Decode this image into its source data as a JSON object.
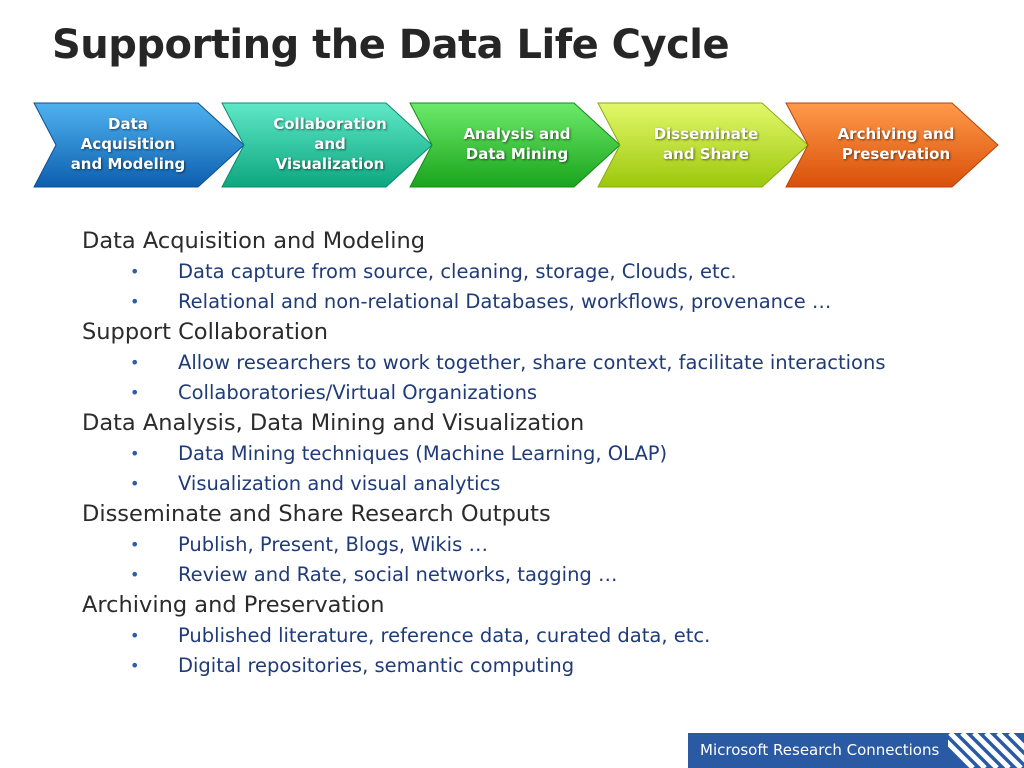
{
  "slide": {
    "title": "Supporting the Data Life Cycle"
  },
  "process": [
    {
      "label": "Data\nAcquisition\nand Modeling",
      "color": "#1a7fc9"
    },
    {
      "label": "Collaboration\nand\nVisualization",
      "color": "#1ec6a0"
    },
    {
      "label": "Analysis and\nData Mining",
      "color": "#2fc733"
    },
    {
      "label": "Disseminate\nand Share",
      "color": "#b5df1f"
    },
    {
      "label": "Archiving and\nPreservation",
      "color": "#f06a12"
    }
  ],
  "sections": [
    {
      "heading": "Data Acquisition and Modeling",
      "bullets": [
        "Data capture from source, cleaning, storage, Clouds, etc.",
        "Relational and non-relational Databases, workflows, provenance …"
      ]
    },
    {
      "heading": "Support Collaboration",
      "bullets": [
        "Allow researchers to work together, share context, facilitate interactions",
        "Collaboratories/Virtual Organizations"
      ]
    },
    {
      "heading": "Data Analysis, Data Mining and Visualization",
      "bullets": [
        "Data Mining techniques (Machine Learning, OLAP)",
        "Visualization and visual analytics"
      ]
    },
    {
      "heading": "Disseminate and Share Research Outputs",
      "bullets": [
        "Publish, Present, Blogs, Wikis …",
        "Review and Rate, social networks, tagging …"
      ]
    },
    {
      "heading": "Archiving and Preservation",
      "bullets": [
        "Published literature, reference data, curated data, etc.",
        "Digital repositories, semantic computing"
      ]
    }
  ],
  "footer": {
    "brand": "Microsoft Research Connections",
    "bar_color": "#2a5aa3"
  }
}
